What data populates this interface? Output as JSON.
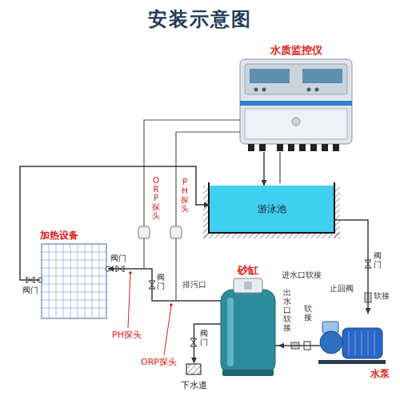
{
  "diagram": {
    "title": "安装示意图",
    "nodes": [
      {
        "text": [
          "水质监控仪"
        ]
      },
      {
        "text": [
          "游泳池"
        ]
      },
      {
        "text": [
          "加热设备"
        ]
      },
      {
        "text": [
          "砂缸"
        ]
      },
      {
        "text": [
          "水泵"
        ]
      },
      {
        "text": [
          "下水道"
        ]
      }
    ],
    "edges": [
      {
        "from": 1,
        "to": 4,
        "arrow": "to"
      },
      {
        "from": 4,
        "to": 3,
        "arrow": "to"
      },
      {
        "from": 3,
        "to": 2,
        "arrow": "to"
      },
      {
        "from": 2,
        "to": 1,
        "arrow": "to"
      },
      {
        "from": 3,
        "to": 5,
        "arrow": "to"
      },
      {
        "from": 0,
        "to": 1,
        "arrow": "to"
      }
    ],
    "labels": [
      "ORP探头",
      "PH探头",
      "阀门",
      "阀门",
      "阀门",
      "排污口",
      "进水口软接",
      "止回阀",
      "出水口软接",
      "软接",
      "阀门",
      "软接",
      "阀门",
      "PH探头",
      "ORP探头"
    ]
  }
}
